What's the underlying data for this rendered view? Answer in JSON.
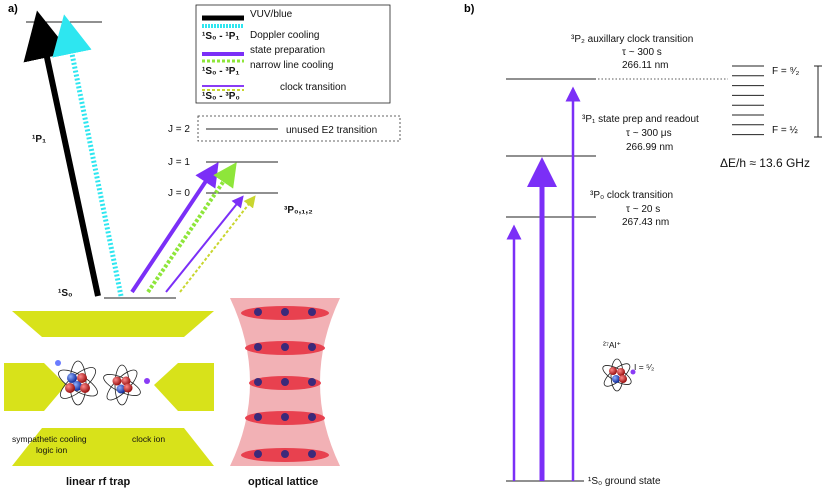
{
  "panels": {
    "a": "a)",
    "b": "b)"
  },
  "legend": {
    "entries": [
      {
        "line1": "VUV/blue",
        "line2": "Doppler cooling",
        "label_main": "¹S₀ - ¹P₁",
        "colors": [
          "#000000",
          "#2ee6f0"
        ]
      },
      {
        "line1": "state preparation",
        "line2": "narrow line cooling",
        "label_main": "¹S₀ - ³P₁",
        "colors": [
          "#7b2ff7",
          "#8ee63a"
        ]
      },
      {
        "line1": "clock transition",
        "line2": "",
        "label_main": "¹S₀ - ³P₀",
        "colors": [
          "#8a3cf5",
          "#c9d62f"
        ]
      }
    ]
  },
  "levels_a": {
    "p1": "¹P₁",
    "s0": "¹S₀",
    "j2": "J = 2",
    "j1": "J = 1",
    "j0": "J = 0",
    "p012": "³P₀,₁,₂",
    "unused": "unused E2 transition"
  },
  "trap": {
    "sympathetic": "sympathetic cooling",
    "logic": "logic ion",
    "clock": "clock ion",
    "linear_rf_trap": "linear rf trap",
    "optical_lattice": "optical lattice"
  },
  "levels_b": {
    "p2_title": "³P₂ auxillary clock transition",
    "p2_tau": "τ ~ 300 s",
    "p2_nm": "266.11 nm",
    "p1_title": "³P₁ state prep and readout",
    "p1_tau": "τ ~ 300 μs",
    "p1_nm": "266.99 nm",
    "p0_title": "³P₀ clock transition",
    "p0_tau": "τ ~ 20 s",
    "p0_nm": "267.43 nm",
    "ground": "¹S₀ ground state",
    "ion": "²⁷Al⁺",
    "spin": "I = ⁵⁄₂",
    "f_top": "F = ⁹⁄₂",
    "f_bottom": "F = ½",
    "splitting": "ΔE/h ≈ 13.6 GHz"
  },
  "colors": {
    "purple": "#7b2ff7",
    "yellow": "#d8e21a",
    "red": "#e8414f",
    "cyan": "#2ee6f0",
    "green": "#8ee63a"
  }
}
